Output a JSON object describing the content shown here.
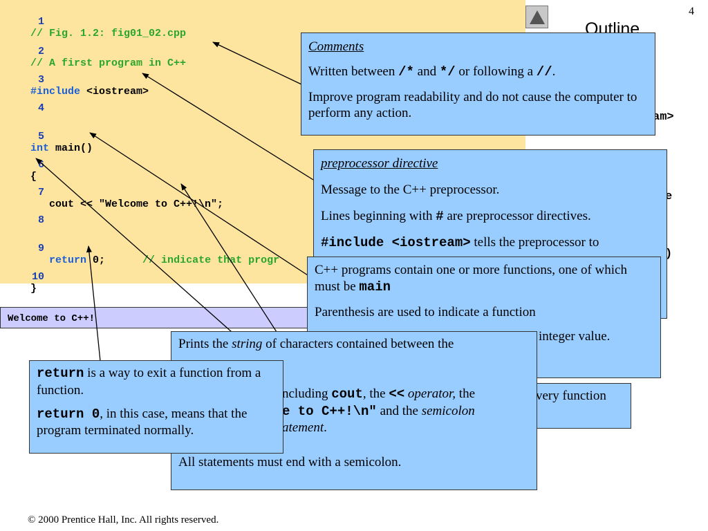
{
  "slide": {
    "page_number": "4",
    "outline_title": "Outline",
    "footer": "© 2000 Prentice Hall, Inc.  All rights reserved."
  },
  "code": {
    "lines": [
      {
        "num": "1",
        "text": "// Fig. 1.2: fig01_02.cpp"
      },
      {
        "num": "2",
        "text": "// A first program in C++"
      },
      {
        "num": "3",
        "keyword": "#include",
        "text": " <iostream>"
      },
      {
        "num": "4",
        "text": ""
      },
      {
        "num": "5",
        "keyword": "int",
        "text": " main()"
      },
      {
        "num": "6",
        "text": "{"
      },
      {
        "num": "7",
        "text": "   cout << \"Welcome to C++!\\n\";"
      },
      {
        "num": "8",
        "text": ""
      },
      {
        "num": "9",
        "indent": "   ",
        "keyword": "return",
        "text": " 0;",
        "comment": "      // indicate that progr"
      },
      {
        "num": "10",
        "text": "}"
      }
    ]
  },
  "output": {
    "text": "Welcome to C++!"
  },
  "peeks": {
    "am": "am>",
    "e": "e",
    "paren": ")"
  },
  "boxes": {
    "comments": {
      "heading": "Comments",
      "p1_a": "Written between ",
      "p1_code1": "/*",
      "p1_b": " and ",
      "p1_code2": "*/",
      "p1_c": " or following a ",
      "p1_code3": "//",
      "p1_d": ".",
      "p2": "Improve program readability and do not cause the computer to perform any action."
    },
    "preprocessor": {
      "heading": "preprocessor directive",
      "p1": "Message to the C++ preprocessor.",
      "p2_a": "Lines beginning with ",
      "p2_code": "#",
      "p2_b": " are preprocessor directives.",
      "p3_code": "#include <iostream>",
      "p3_b": " tells the preprocessor to"
    },
    "main_fn": {
      "p1_a": "C++ programs contain one or more functions, one of which must be ",
      "p1_code": "main",
      "p2": "Parenthesis are used to indicate a function",
      "p3_tail": "integer value."
    },
    "brace": {
      "tail": "very function"
    },
    "cout": {
      "p1_a": "Prints the ",
      "p1_em": "string",
      "p1_b": " of characters contained between the",
      "p2_a": "ncluding ",
      "p2_code": "cout",
      "p2_b": ", the ",
      "p2_code2": "<<",
      "p2_c": " ",
      "p2_em": "operator,",
      "p2_d": " the",
      "p3_code": "e to C++!\\n\"",
      "p3_b": " and the ",
      "p3_em": "semicolon",
      "p4_em": "atement",
      "p4_b": ".",
      "p5": "All statements must end with a semicolon."
    },
    "return_box": {
      "p1_code": "return",
      "p1_b": " is a way to exit a function from a function.",
      "p2_code": "return 0",
      "p2_b": ", in this case, means that the program terminated normally."
    }
  }
}
